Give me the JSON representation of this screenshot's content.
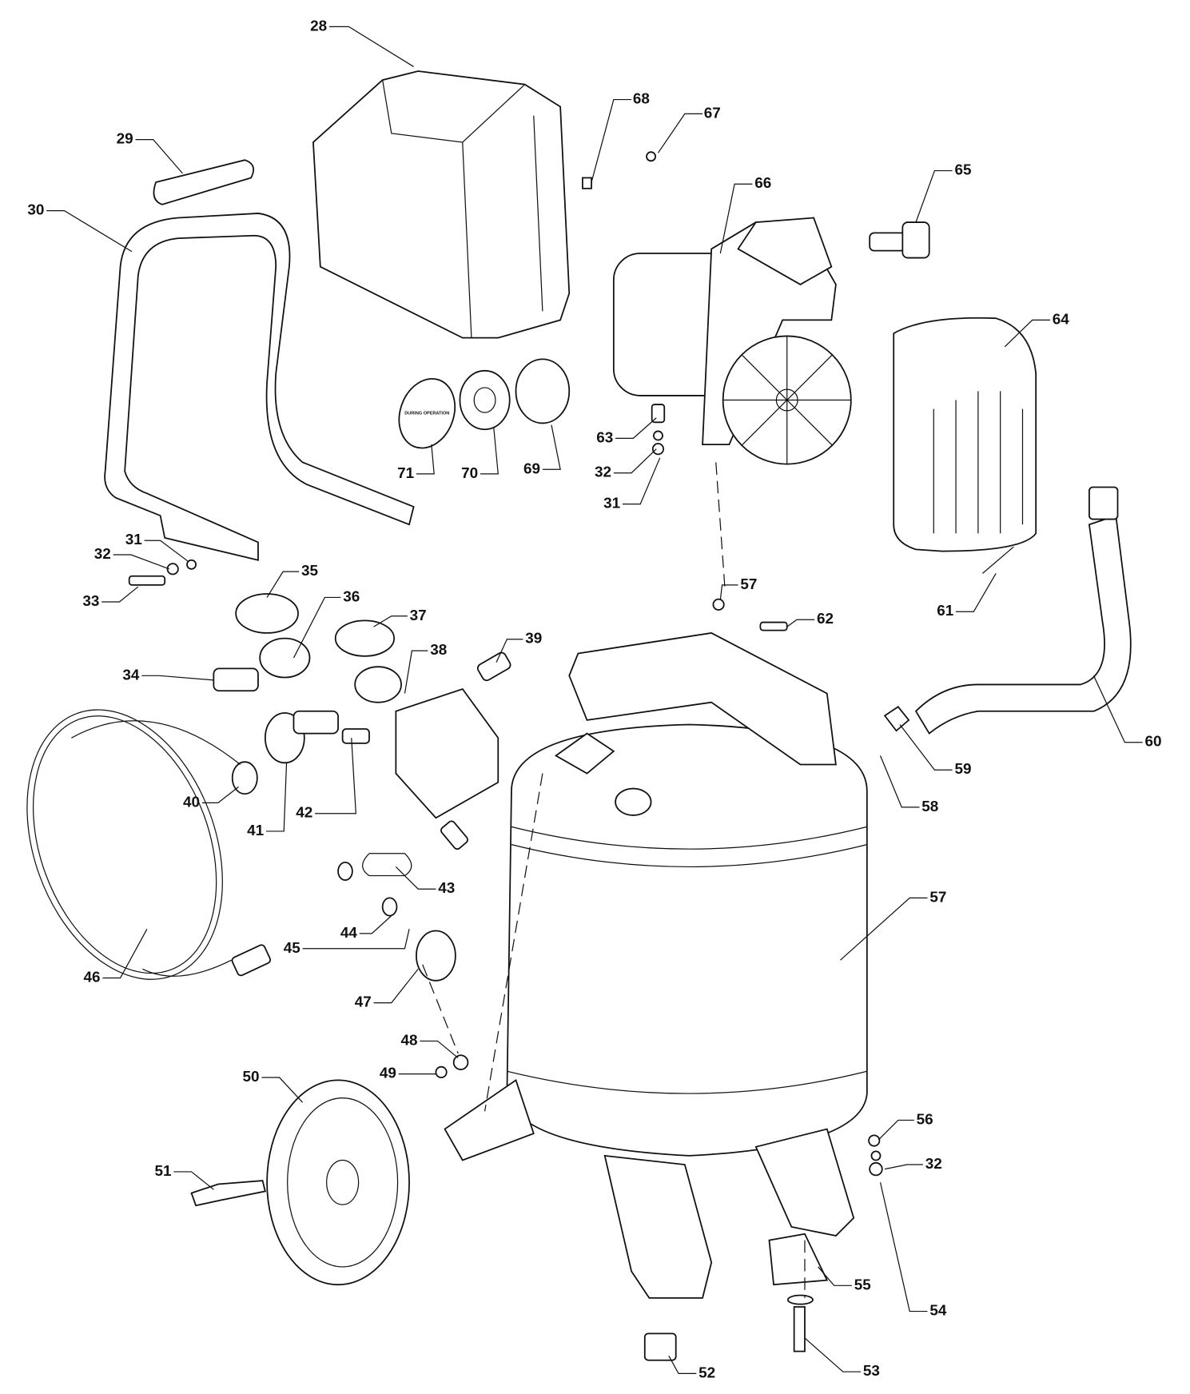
{
  "diagram": {
    "type": "exploded-parts-diagram"
  },
  "callouts": [
    "28",
    "29",
    "30",
    "68",
    "67",
    "66",
    "65",
    "64",
    "63",
    "32",
    "31",
    "71",
    "70",
    "69",
    "61",
    "60",
    "57",
    "62",
    "59",
    "58",
    "57",
    "32",
    "31",
    "33",
    "35",
    "36",
    "37",
    "38",
    "39",
    "34",
    "40",
    "41",
    "42",
    "43",
    "44",
    "45",
    "46",
    "47",
    "48",
    "49",
    "50",
    "51",
    "56",
    "32",
    "55",
    "54",
    "53",
    "52"
  ],
  "stamp_text": "DURING OPERATION"
}
